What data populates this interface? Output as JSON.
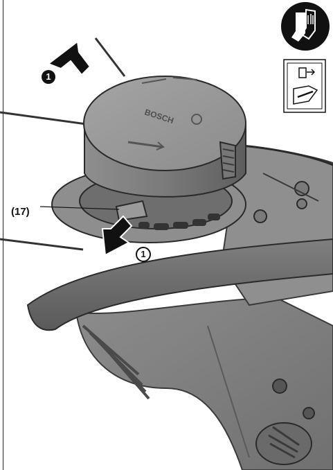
{
  "callout": {
    "part_label": "(17)"
  },
  "steps": {
    "top_step": "1",
    "bottom_step": "1"
  },
  "icons": [
    "gloves-warning-icon",
    "manual-spanner-icon"
  ],
  "colors": {
    "ink": "#111111",
    "plastic": "#8a8a8a",
    "housing": "#7b7b7b"
  }
}
